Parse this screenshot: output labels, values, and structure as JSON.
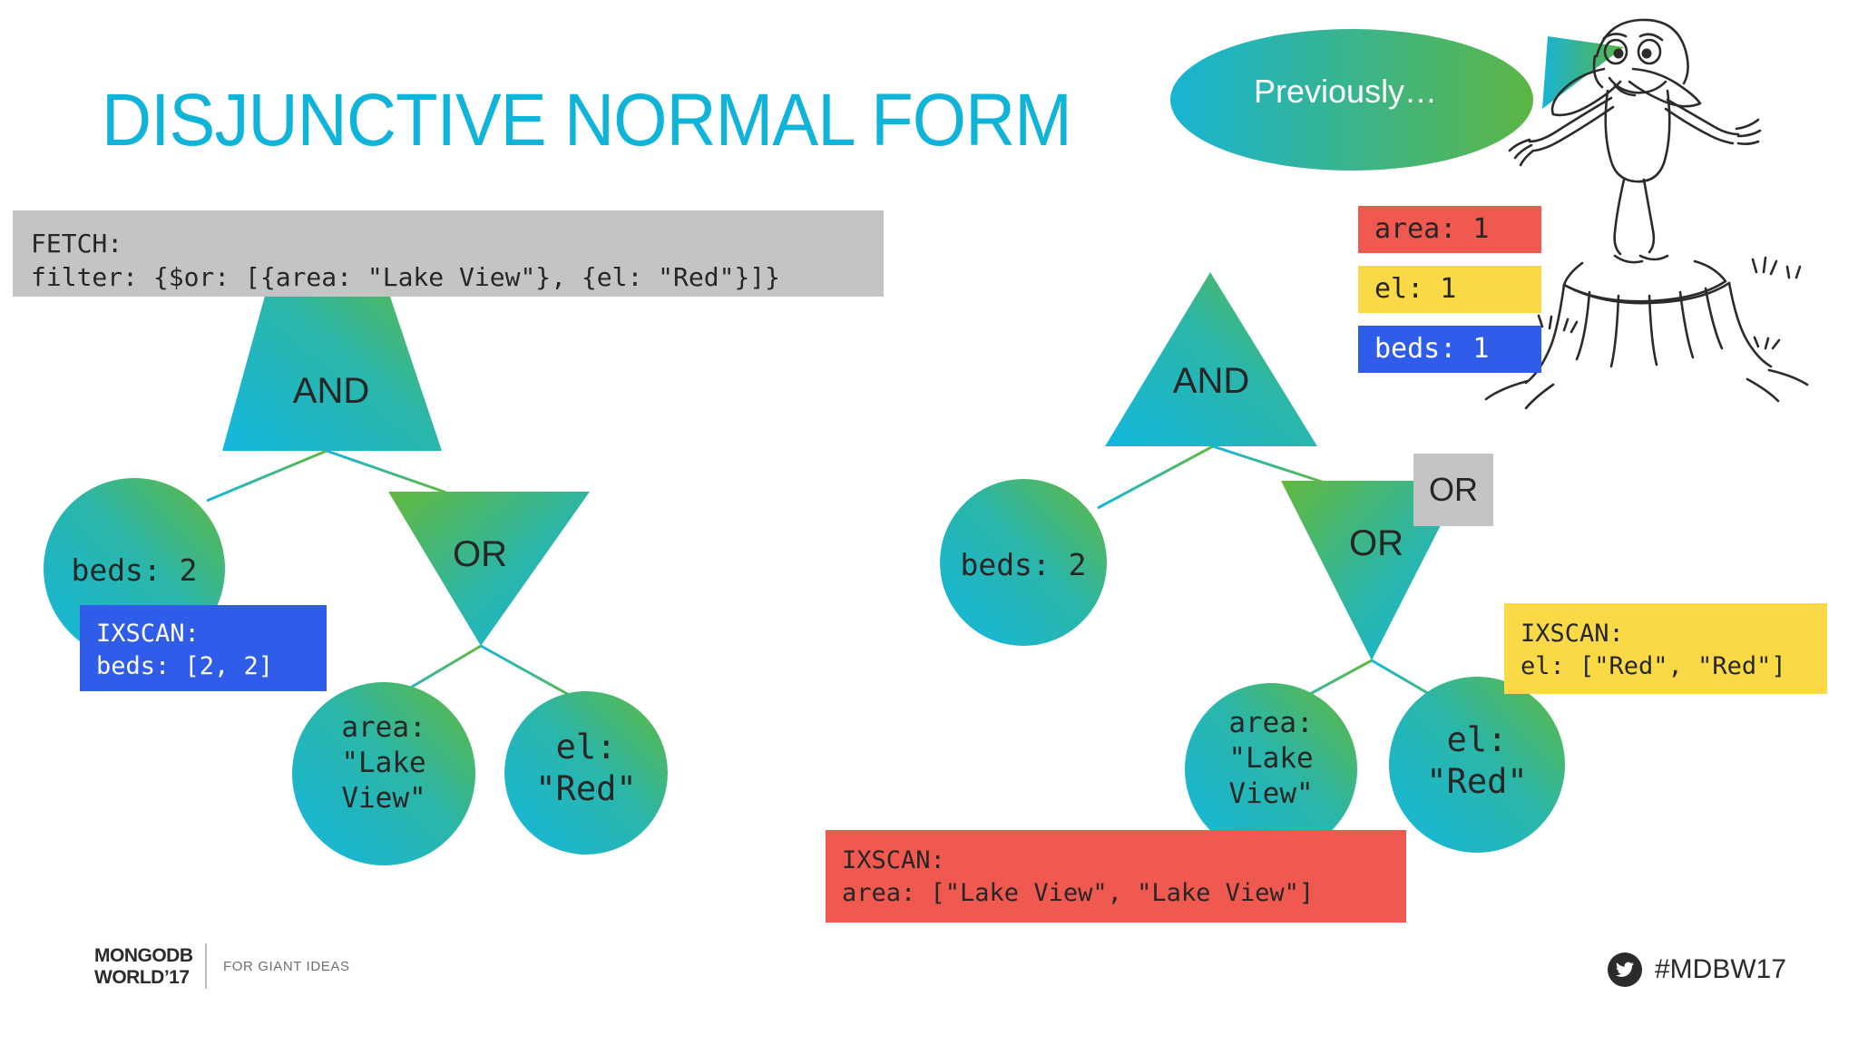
{
  "slide": {
    "title": "DISJUNCTIVE NORMAL FORM",
    "title_color": "#10B4D8",
    "background": "#ffffff"
  },
  "callout_bubble": {
    "text": "Previously…",
    "gradient_from": "#17B4D4",
    "gradient_to": "#5CB544",
    "text_color": "#ffffff",
    "character": "lorax-sketch-on-stump"
  },
  "left_plan": {
    "fetch_box": {
      "background": "#c4c4c4",
      "line1": "FETCH:",
      "line2": "filter: {$or: [{area: \"Lake View\"}, {el: \"Red\"}]}"
    },
    "nodes": [
      {
        "id": "and",
        "shape": "trapezoid",
        "label": "AND"
      },
      {
        "id": "beds",
        "shape": "circle",
        "label": "beds: 2"
      },
      {
        "id": "or",
        "shape": "triangle-down",
        "label": "OR"
      },
      {
        "id": "area",
        "shape": "circle",
        "label": "area:\n\"Lake\nView\""
      },
      {
        "id": "el",
        "shape": "circle",
        "label": "el:\n\"Red\""
      }
    ],
    "ixscan_beds": {
      "background": "#2F5CE8",
      "text_color": "#ffffff",
      "line1": "IXSCAN:",
      "line2": "beds: [2, 2]"
    }
  },
  "right_plan": {
    "nodes": [
      {
        "id": "and",
        "shape": "triangle-up",
        "label": "AND"
      },
      {
        "id": "beds",
        "shape": "circle",
        "label": "beds: 2"
      },
      {
        "id": "or",
        "shape": "triangle-down",
        "label": "OR"
      },
      {
        "id": "area",
        "shape": "circle",
        "label": "area:\n\"Lake\nView\""
      },
      {
        "id": "el",
        "shape": "circle",
        "label": "el:\n\"Red\""
      }
    ],
    "or_callout": {
      "label": "OR",
      "background": "#C4C4C4"
    },
    "ixscan_el": {
      "background": "#FAD947",
      "text_color": "#262626",
      "line1": "IXSCAN:",
      "line2": "el: [\"Red\", \"Red\"]"
    },
    "ixscan_area": {
      "background": "#F0594F",
      "text_color": "#262626",
      "line1": "IXSCAN:",
      "line2": "area: [\"Lake View\", \"Lake View\"]"
    }
  },
  "index_legend": [
    {
      "label": "area: 1",
      "background": "#F0594F",
      "text_color": "#262626"
    },
    {
      "label": "el: 1",
      "background": "#FAD947",
      "text_color": "#262626"
    },
    {
      "label": "beds: 1",
      "background": "#2F5CE8",
      "text_color": "#ffffff"
    }
  ],
  "footer": {
    "logo_line1": "MONGODB",
    "logo_line2": "WORLD’17",
    "tagline": "FOR GIANT IDEAS",
    "hashtag": "#MDBW17",
    "twitter_icon": "twitter-bird-icon"
  }
}
